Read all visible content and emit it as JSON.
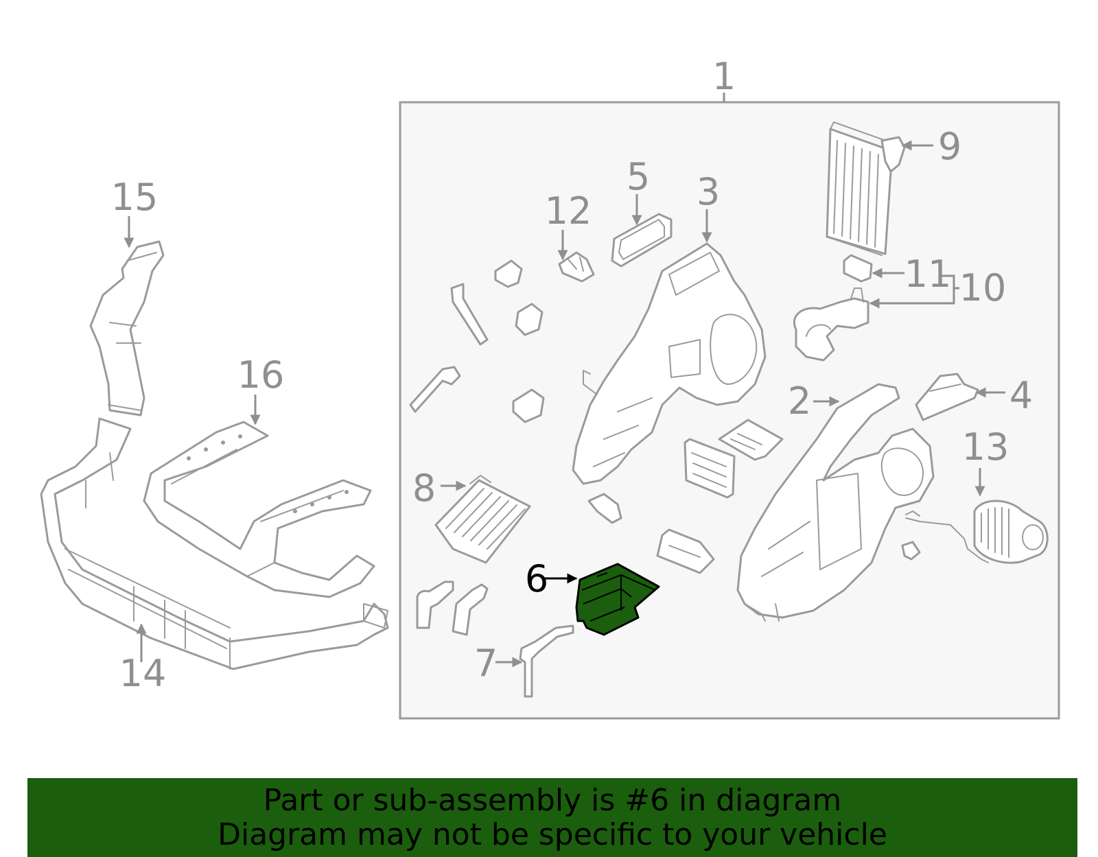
{
  "labels": {
    "l1": "1",
    "l2": "2",
    "l3": "3",
    "l4": "4",
    "l5": "5",
    "l6": "6",
    "l7": "7",
    "l8": "8",
    "l9": "9",
    "l10": "10",
    "l11": "11",
    "l12": "12",
    "l13": "13",
    "l14": "14",
    "l15": "15",
    "l16": "16"
  },
  "banner": {
    "line1": "Part or sub-assembly is #6 in diagram",
    "line2": "Diagram may not be specific to your vehicle"
  },
  "colors": {
    "highlight_part": "#1b5e0d",
    "banner_bg": "#1b5e0d",
    "assembly_box_bg": "#f7f7f7",
    "line_gray": "#9a9a9a"
  },
  "highlighted_part": "6"
}
